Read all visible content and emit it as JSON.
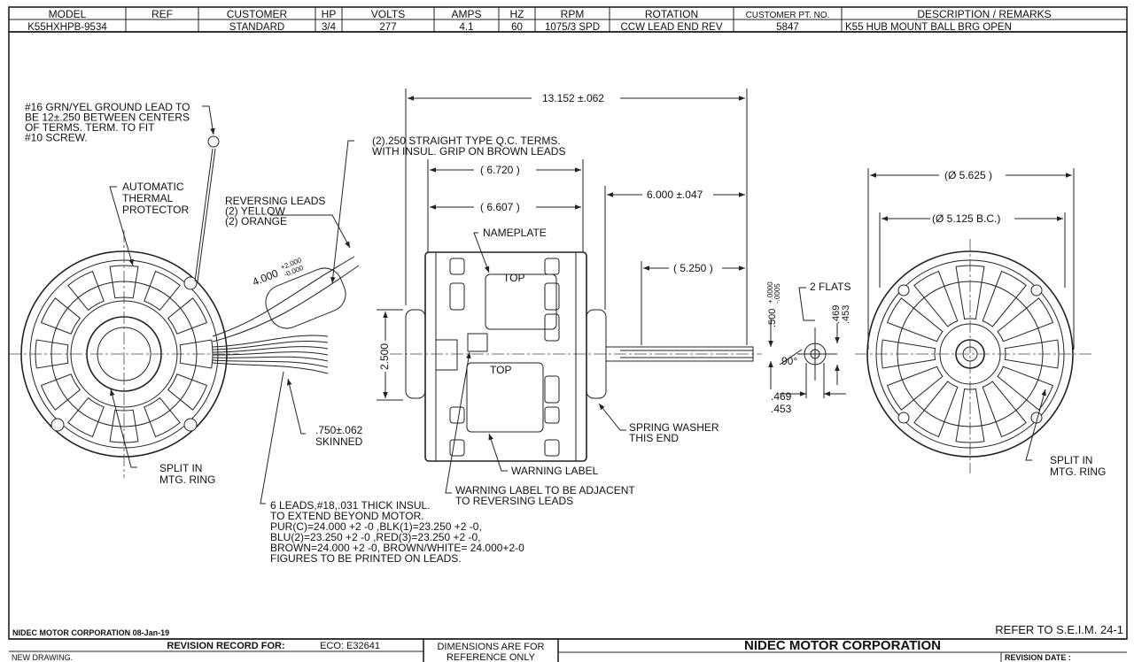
{
  "header": {
    "columns": [
      "MODEL",
      "REF",
      "CUSTOMER",
      "HP",
      "VOLTS",
      "AMPS",
      "HZ",
      "RPM",
      "ROTATION",
      "CUSTOMER PT. NO.",
      "DESCRIPTION / REMARKS"
    ],
    "values": [
      "K55HXHPB-9534",
      "",
      "STANDARD",
      "3/4",
      "277",
      "4.1",
      "60",
      "1075/3 SPD",
      "CCW LEAD END REV",
      "5847",
      "K55 HUB MOUNT BALL BRG OPEN"
    ]
  },
  "notes": {
    "ground_lead": [
      "#16 GRN/YEL GROUND LEAD TO",
      "BE 12±.250 BETWEEN CENTERS",
      "OF TERMS. TERM. TO FIT",
      "#10 SCREW."
    ],
    "thermal": [
      "AUTOMATIC",
      "THERMAL",
      "PROTECTOR"
    ],
    "reversing": [
      "REVERSING LEADS",
      "(2) YELLOW",
      "(2) ORANGE"
    ],
    "qc_terms": [
      "(2).250 STRAIGHT TYPE Q.C. TERMS.",
      "WITH INSUL. GRIP ON BROWN LEADS"
    ],
    "nameplate": "NAMEPLATE",
    "top1": "TOP",
    "top2": "TOP",
    "skinned": [
      ".750±.062",
      "SKINNED"
    ],
    "split_left": [
      "SPLIT IN",
      "MTG. RING"
    ],
    "split_right": [
      "SPLIT IN",
      "MTG. RING"
    ],
    "spring_washer": [
      "SPRING WASHER",
      "THIS END"
    ],
    "warning_label": "WARNING LABEL",
    "warning_adjacent": [
      "WARNING LABEL TO BE ADJACENT",
      "TO REVERSING LEADS"
    ],
    "leads": [
      "6 LEADS,#18,.031 THICK INSUL.",
      "TO EXTEND BEYOND MOTOR.",
      "PUR(C)=24.000 +2 -0 ,BLK(1)=23.250 +2 -0,",
      "BLU(2)=23.250 +2 -0 ,RED(3)=23.250 +2 -0,",
      "BROWN=24.000 +2 -0, BROWN/WHITE= 24.000+2-0",
      "FIGURES TO BE PRINTED ON LEADS."
    ],
    "two_flats": "2 FLATS",
    "angle": "90°"
  },
  "dimensions": {
    "overall": "13.152 ±.062",
    "d6720": "( 6.720 )",
    "d6607": "( 6.607 )",
    "shaft": "6.000 ±.047",
    "d5250": "( 5.250 )",
    "height": "2.500",
    "lead_len": "4.000",
    "lead_tol_plus": "+2.000",
    "lead_tol_minus": "-0.000",
    "shaft_dia": ".500",
    "shaft_tol_plus": "+.0000",
    "shaft_tol_minus": "-.0005",
    "flat_v1": ".469",
    "flat_v2": ".453",
    "flat_h1": ".469",
    "flat_h2": ".453",
    "dia_outer": "(Ø 5.625 )",
    "dia_bc": "(Ø 5.125 B.C.)"
  },
  "footer": {
    "company_date": "NIDEC MOTOR CORPORATION 08-Jan-19",
    "refer": "REFER TO S.E.I.M. 24-1",
    "revision_record": "REVISION RECORD FOR:",
    "eco": "ECO: E32641",
    "new_drawing": "NEW DRAWING.",
    "dimensions_ref": [
      "DIMENSIONS ARE FOR",
      "REFERENCE ONLY"
    ],
    "company": "NIDEC MOTOR CORPORATION",
    "revision_date": "REVISION DATE :"
  }
}
